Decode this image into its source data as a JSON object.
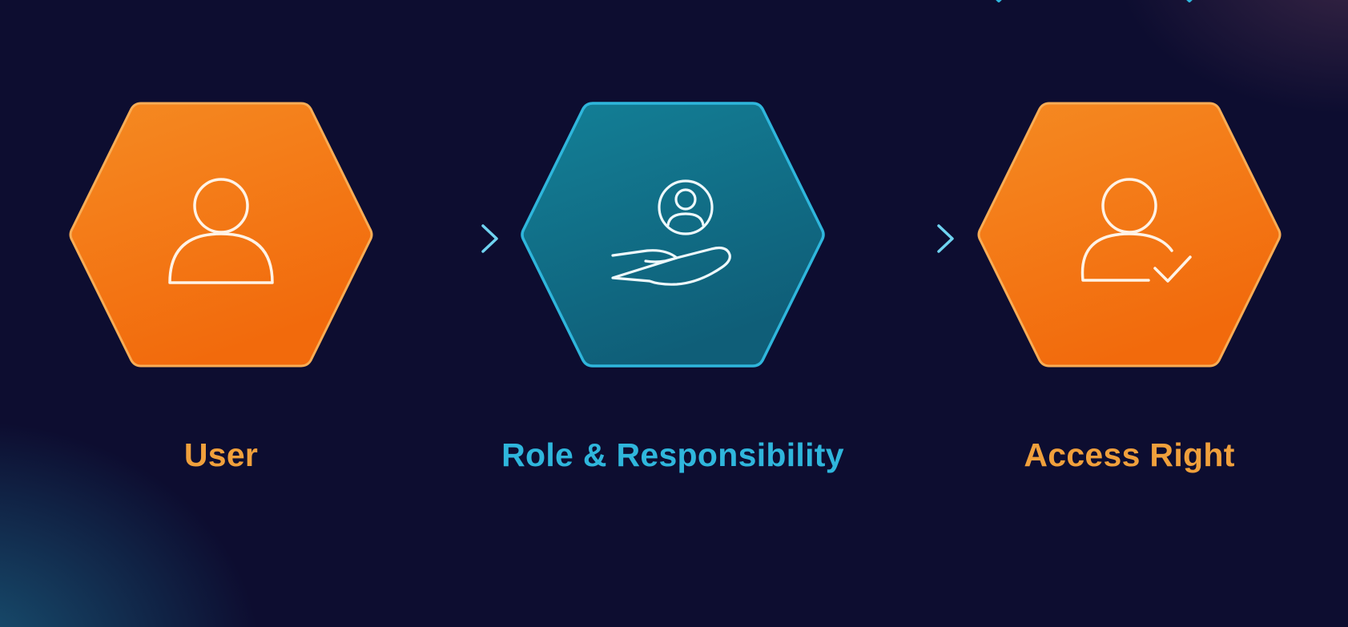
{
  "diagram": {
    "nodes": [
      {
        "id": "user",
        "label": "User",
        "icon": "user-icon",
        "color": "#f47a12"
      },
      {
        "id": "role",
        "label": "Role & Responsibility",
        "icon": "hand-with-user-icon",
        "color": "#126f86"
      },
      {
        "id": "access",
        "label": "Access Right",
        "icon": "user-check-icon",
        "color": "#f47a12"
      }
    ],
    "edges": [
      {
        "from": "user",
        "to": "role"
      },
      {
        "from": "role",
        "to": "access"
      }
    ]
  },
  "colors": {
    "background": "#0d0d30",
    "orange_label": "#f0a03c",
    "teal_label": "#2fb6dc",
    "arrow": "#3fb7da"
  }
}
